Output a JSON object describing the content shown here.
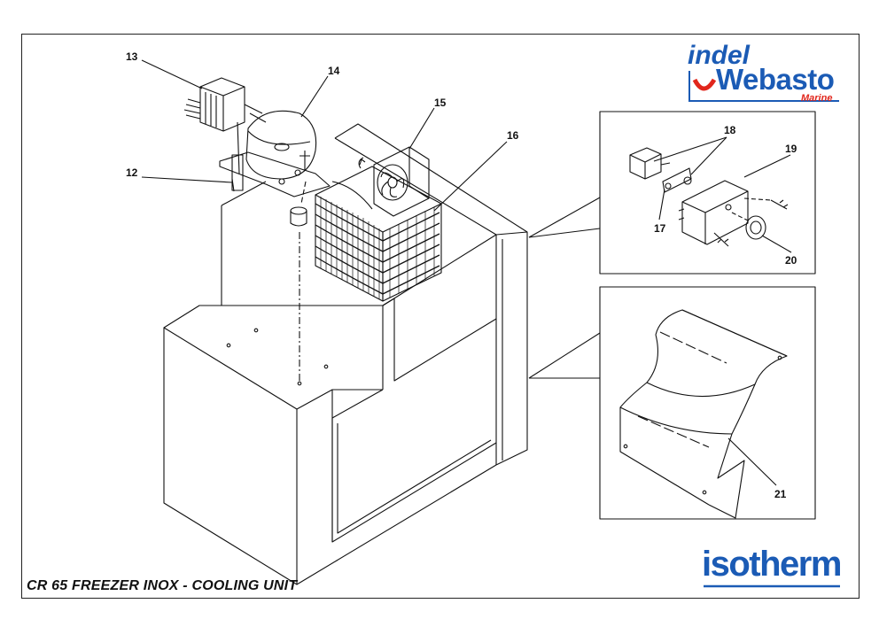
{
  "caption": "CR 65 FREEZER INOX - COOLING UNIT",
  "brands": {
    "indel": "indel",
    "webasto": "Webasto",
    "marine": "Marine",
    "isotherm": "isotherm"
  },
  "callouts": {
    "c12": "12",
    "c13": "13",
    "c14": "14",
    "c15": "15",
    "c16": "16",
    "c17": "17",
    "c18": "18",
    "c19": "19",
    "c20": "20",
    "c21": "21"
  },
  "colors": {
    "brand_blue": "#1b5bb5",
    "brand_red": "#e1261c",
    "line": "#111111"
  }
}
